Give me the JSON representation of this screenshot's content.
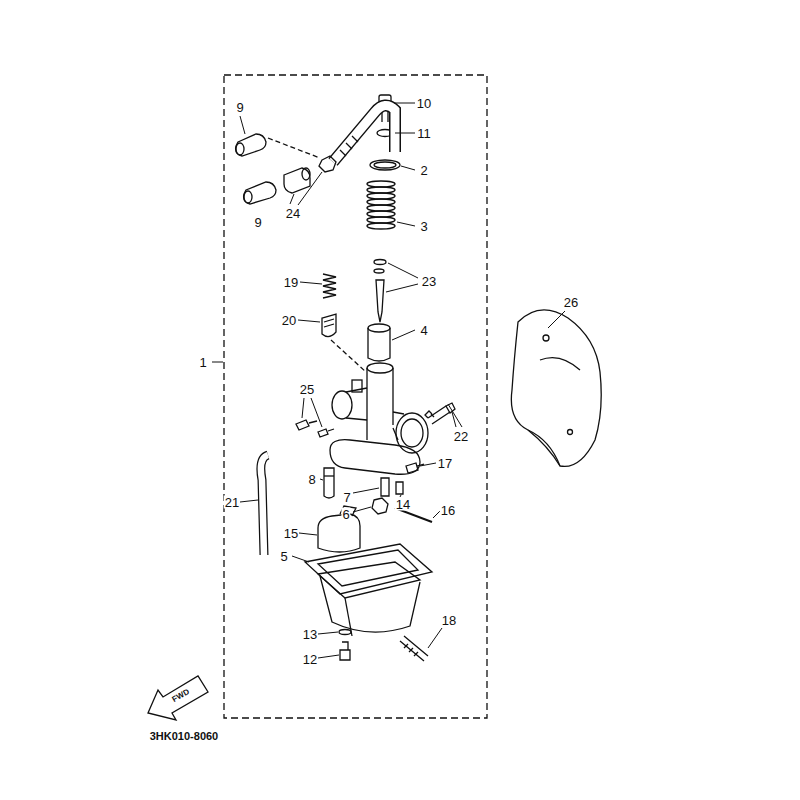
{
  "diagram": {
    "labels": [
      "9",
      "10",
      "11",
      "2",
      "9",
      "24",
      "3",
      "23",
      "19",
      "20",
      "4",
      "1",
      "26",
      "25",
      "22",
      "17",
      "8",
      "7",
      "14",
      "21",
      "6",
      "16",
      "15",
      "5",
      "13",
      "12",
      "18",
      "FWD",
      "3HK010-8060"
    ]
  }
}
